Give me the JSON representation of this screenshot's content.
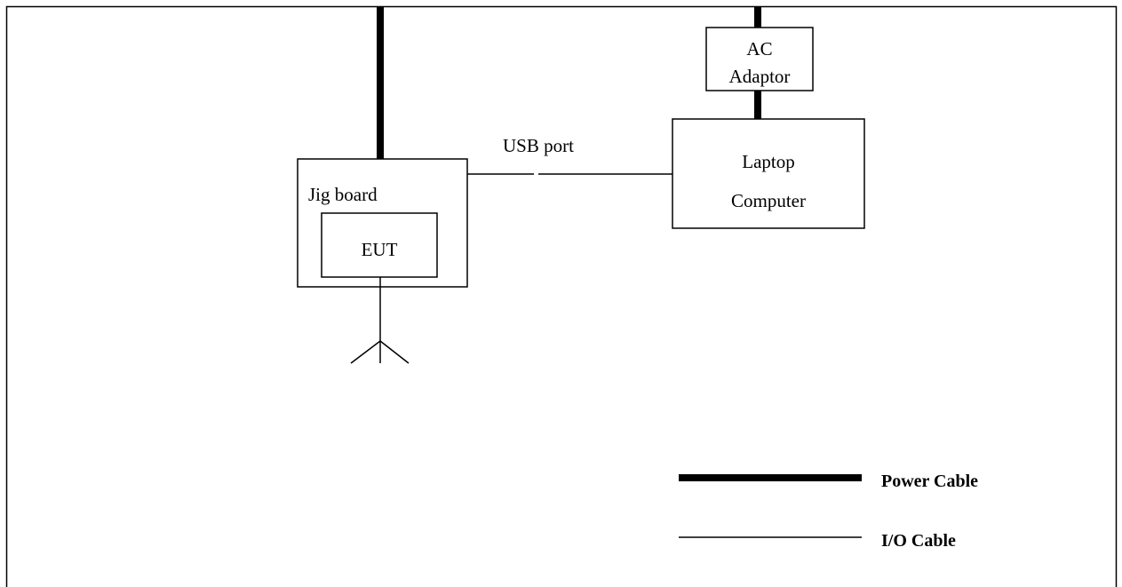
{
  "diagram": {
    "nodes": {
      "jig_board": {
        "label": "Jig board"
      },
      "eut": {
        "label": "EUT"
      },
      "ac_adaptor": {
        "label_line1": "AC",
        "label_line2": "Adaptor"
      },
      "laptop": {
        "label_line1": "Laptop",
        "label_line2": "Computer"
      }
    },
    "connections": {
      "usb": {
        "label": "USB port"
      }
    },
    "legend": {
      "power": {
        "label": "Power Cable"
      },
      "io": {
        "label": "I/O Cable"
      }
    }
  }
}
